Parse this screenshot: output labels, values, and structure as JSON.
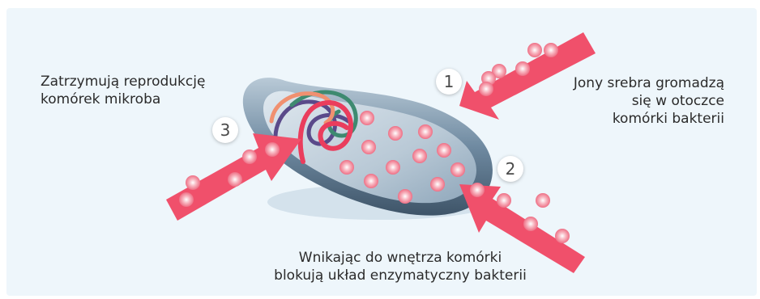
{
  "labels": {
    "left": [
      "Zatrzymują reprodukcję",
      "komórek mikroba"
    ],
    "right": [
      "Jony srebra gromadzą",
      "się w otoczce",
      "komórki bakterii"
    ],
    "bottom": [
      "Wnikając do wnętrza komórki",
      "blokują układ enzymatyczny bakterii"
    ]
  },
  "steps": {
    "one": "1",
    "two": "2",
    "three": "3"
  },
  "colors": {
    "background": "#eef6fb",
    "arrow": "#f0506b",
    "ion": "#f7a3b0",
    "cell_outer": "#7f9ab0",
    "cell_inner": "#d2dee8"
  }
}
